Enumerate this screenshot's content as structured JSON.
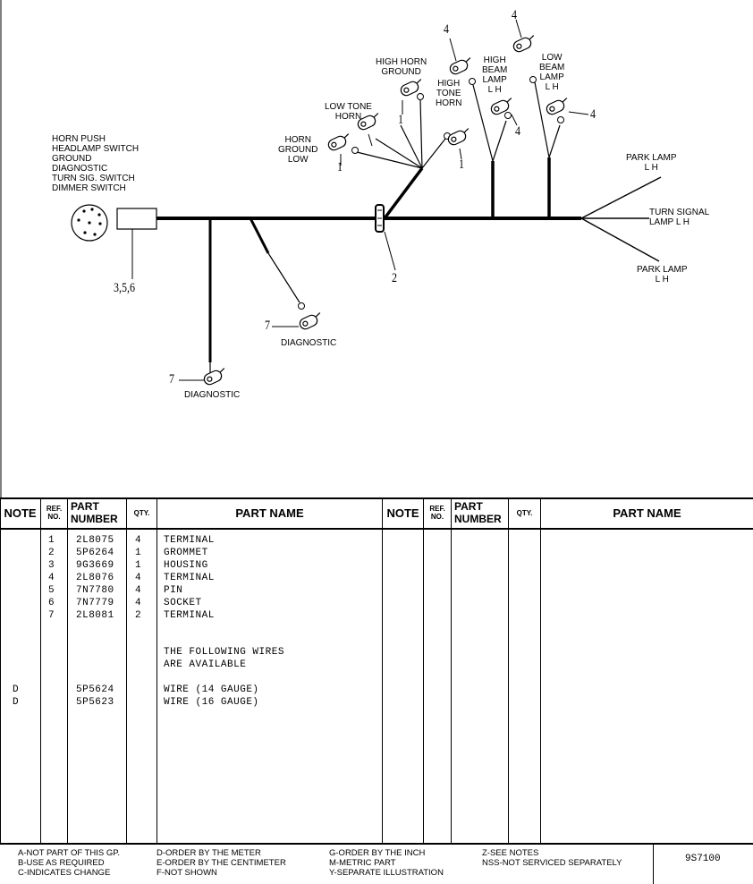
{
  "diagram": {
    "connector_labels": [
      "HORN PUSH",
      "HEADLAMP SWITCH",
      "GROUND",
      "DIAGNOSTIC",
      "TURN SIG. SWITCH",
      "DIMMER SWITCH"
    ],
    "callout_365": "3,5,6",
    "callout_2": "2",
    "high_horn_ground": [
      "HIGH HORN",
      "GROUND"
    ],
    "low_tone_horn": [
      "LOW TONE",
      "HORN"
    ],
    "horn_ground_low": [
      "HORN",
      "GROUND",
      "LOW"
    ],
    "high_tone_horn": [
      "HIGH",
      "TONE",
      "HORN"
    ],
    "high_beam_lamp": [
      "HIGH",
      "BEAM",
      "LAMP",
      "L H"
    ],
    "low_beam_lamp": [
      "LOW",
      "BEAM",
      "LAMP",
      "L H"
    ],
    "park_lamp_top": [
      "PARK LAMP",
      "L H"
    ],
    "turn_signal_lamp": [
      "TURN SIGNAL",
      "LAMP L H"
    ],
    "park_lamp_bottom": [
      "PARK LAMP",
      "L H"
    ],
    "diagnostic_1": "DIAGNOSTIC",
    "diagnostic_2": "DIAGNOSTIC",
    "refs": {
      "r4a": "4",
      "r4b": "4",
      "r4c": "4",
      "r4d": "4",
      "r1a": "1",
      "r1b": "1",
      "r1c": "1",
      "r7a": "7",
      "r7b": "7"
    }
  },
  "table": {
    "headers": {
      "note": "NOTE",
      "ref": [
        "REF.",
        "NO."
      ],
      "part_number": [
        "PART",
        "NUMBER"
      ],
      "qty": "QTY.",
      "part_name": "PART NAME"
    },
    "rows": [
      {
        "note": "",
        "ref": "1",
        "part": "2L8075",
        "qty": "4",
        "name": "TERMINAL"
      },
      {
        "note": "",
        "ref": "2",
        "part": "5P6264",
        "qty": "1",
        "name": "GROMMET"
      },
      {
        "note": "",
        "ref": "3",
        "part": "9G3669",
        "qty": "1",
        "name": "HOUSING"
      },
      {
        "note": "",
        "ref": "4",
        "part": "2L8076",
        "qty": "4",
        "name": "TERMINAL"
      },
      {
        "note": "",
        "ref": "5",
        "part": "7N7780",
        "qty": "4",
        "name": "PIN"
      },
      {
        "note": "",
        "ref": "6",
        "part": "7N7779",
        "qty": "4",
        "name": "SOCKET"
      },
      {
        "note": "",
        "ref": "7",
        "part": "2L8081",
        "qty": "2",
        "name": "TERMINAL"
      }
    ],
    "note_text": [
      "THE FOLLOWING WIRES",
      "ARE AVAILABLE"
    ],
    "wire_rows": [
      {
        "note": "D",
        "part": "5P5624",
        "name": "WIRE (14 GAUGE)"
      },
      {
        "note": "D",
        "part": "5P5623",
        "name": "WIRE (16 GAUGE)"
      }
    ]
  },
  "legend": {
    "col1": [
      "A-NOT PART OF THIS GP.",
      "B-USE AS REQUIRED",
      "C-INDICATES CHANGE"
    ],
    "col2": [
      "D-ORDER BY THE METER",
      "E-ORDER BY THE CENTIMETER",
      "F-NOT SHOWN"
    ],
    "col3": [
      "G-ORDER BY THE INCH",
      "M-METRIC PART",
      "Y-SEPARATE ILLUSTRATION"
    ],
    "col4": [
      "Z-SEE NOTES",
      "NSS-NOT SERVICED SEPARATELY"
    ],
    "doc_number": "9S7100"
  }
}
